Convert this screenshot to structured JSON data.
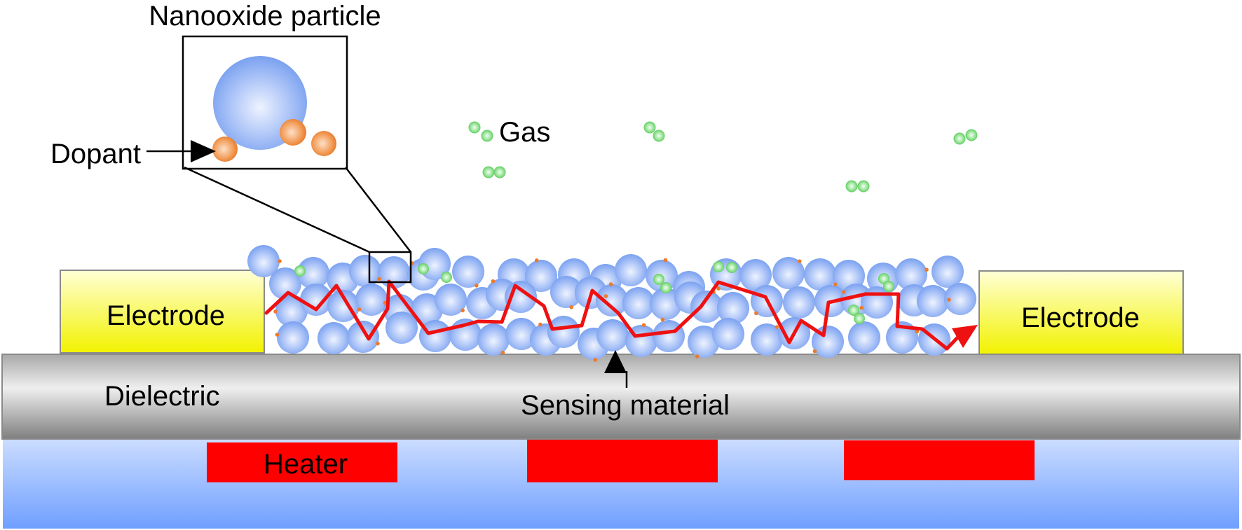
{
  "labels": {
    "nanooxide_particle": "Nanooxide particle",
    "dopant": "Dopant",
    "gas": "Gas",
    "electrode_left": "Electrode",
    "electrode_right": "Electrode",
    "dielectric": "Dielectric",
    "sensing_material": "Sensing material",
    "heater": "Heater"
  },
  "colors": {
    "particle": "#7aa3f0",
    "particle_highlight": "#eef3ff",
    "dopant": "#ee7a2a",
    "gas_molecule": "#56d056",
    "current_path": "#ee1111",
    "heater": "#ff0000",
    "electrode_top": "#ffffd0",
    "electrode_bottom": "#f2f200",
    "dielectric_mid": "#eaeaea",
    "dielectric_dark": "#8a8a8a",
    "substrate_top": "#ffffff",
    "substrate_bottom": "#6f9fff"
  },
  "icons": {
    "gas_molecule": "gas-molecule-icon",
    "dopant": "dopant-icon",
    "particle": "nanoparticle-icon"
  }
}
